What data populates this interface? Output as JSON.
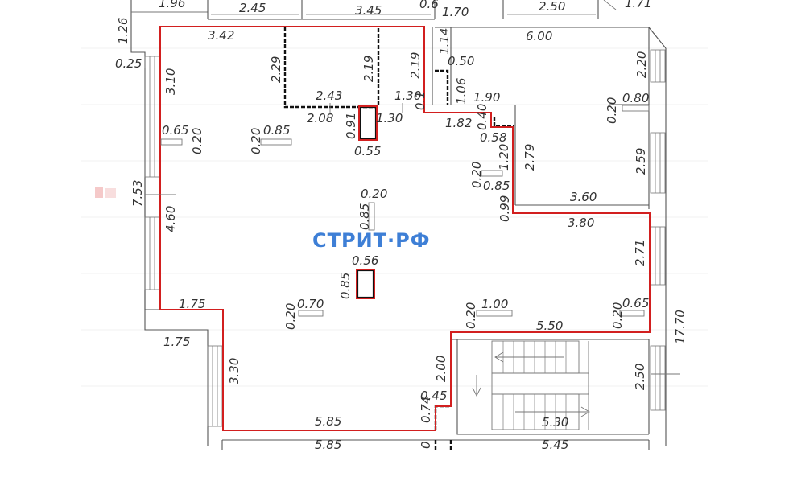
{
  "watermark": "СТРИТ·РФ",
  "labels": [
    "1.96",
    "2.45",
    "3.45",
    "0.6",
    "1.70",
    "2.50",
    "1.71",
    "1.26",
    "0.25",
    "3.42",
    "3.10",
    "2.29",
    "2.19",
    "2.19",
    "1.14",
    "0.50",
    "1.06",
    "6.00",
    "2.20",
    "2.43",
    "1.30",
    "2.08",
    "0.91",
    "1.30",
    "0.1",
    "1.90",
    "1.82",
    "0.40",
    "0.58",
    "0.80",
    "0.20",
    "0.65",
    "0.20",
    "0.20",
    "0.85",
    "0.55",
    "2.79",
    "2.59",
    "0.20",
    "1.20",
    "0.85",
    "0.99",
    "7.53",
    "0.20",
    "3.60",
    "0.85",
    "3.80",
    "4.60",
    "0.56",
    "0.85",
    "2.71",
    "1.75",
    "0.20",
    "0.70",
    "0.20",
    "1.00",
    "0.20",
    "0.65",
    "5.50",
    "1.75",
    "17.70",
    "3.30",
    "2.00",
    "2.50",
    "0.45",
    "0.74",
    "5.85",
    "5.30",
    "5.85",
    "0",
    "5.45"
  ]
}
